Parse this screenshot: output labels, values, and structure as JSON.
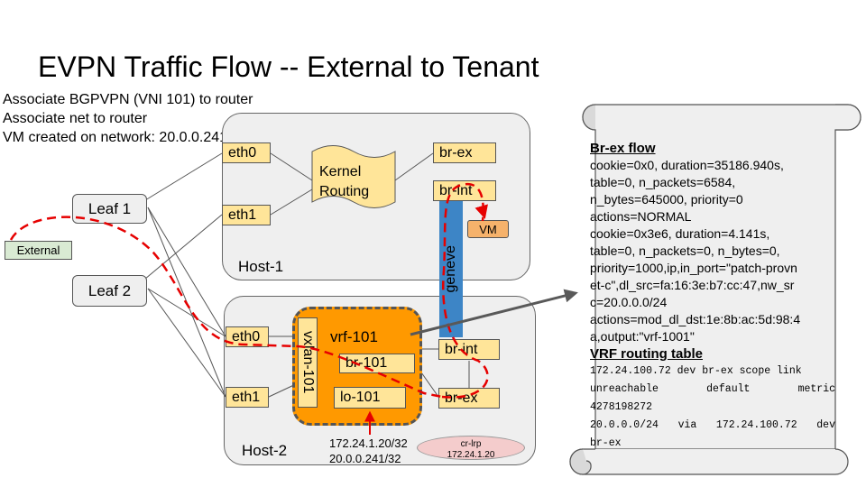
{
  "title": "EVPN Traffic Flow -- External to Tenant",
  "notes": [
    "Associate BGPVPN (VNI 101) to router",
    "Associate net to router",
    "VM created on network: 20.0.0.241"
  ],
  "external": "External",
  "leaves": [
    "Leaf 1",
    "Leaf 2"
  ],
  "host1": {
    "label": "Host-1",
    "eth0": "eth0",
    "eth1": "eth1",
    "kernel_routing": "Kernel Routing",
    "br_ex": "br-ex",
    "br_int": "br-int",
    "vm": "VM"
  },
  "geneve": "geneve",
  "host2": {
    "label": "Host-2",
    "eth0": "eth0",
    "eth1": "eth1",
    "vrf": "vrf-101",
    "vxlan": "vxlan-101",
    "br_101": "br-101",
    "lo_101": "lo-101",
    "br_int": "br-int",
    "br_ex": "br-ex",
    "ips": [
      "172.24.1.20/32",
      "20.0.0.241/32"
    ],
    "cr_lrp": [
      "cr-lrp",
      "172.24.1.20"
    ]
  },
  "scroll": {
    "brex_header": "Br-ex flow",
    "brex_lines": [
      "cookie=0x0, duration=35186.940s,",
      "table=0, n_packets=6584,",
      "n_bytes=645000, priority=0",
      "actions=NORMAL",
      "cookie=0x3e6, duration=4.141s,",
      "table=0, n_packets=0, n_bytes=0,",
      "priority=1000,ip,in_port=\"patch-provn",
      "et-c\",dl_src=fa:16:3e:b7:cc:47,nw_sr",
      "c=20.0.0.0/24",
      "actions=mod_dl_dst:1e:8b:ac:5d:98:4",
      "a,output:\"vrf-1001\""
    ],
    "vrf_header": "VRF routing table",
    "vrf_lines": [
      "172.24.100.72 dev br-ex scope link",
      "unreachable default metric",
      "4278198272",
      "20.0.0.0/24 via 172.24.100.72 dev",
      "br-ex"
    ]
  },
  "colors": {
    "yellow": "#ffe599",
    "orange": "#ff9900",
    "red_path": "#e60000",
    "geneve_blue": "#3d85c6",
    "external_green": "#d9ead3"
  }
}
